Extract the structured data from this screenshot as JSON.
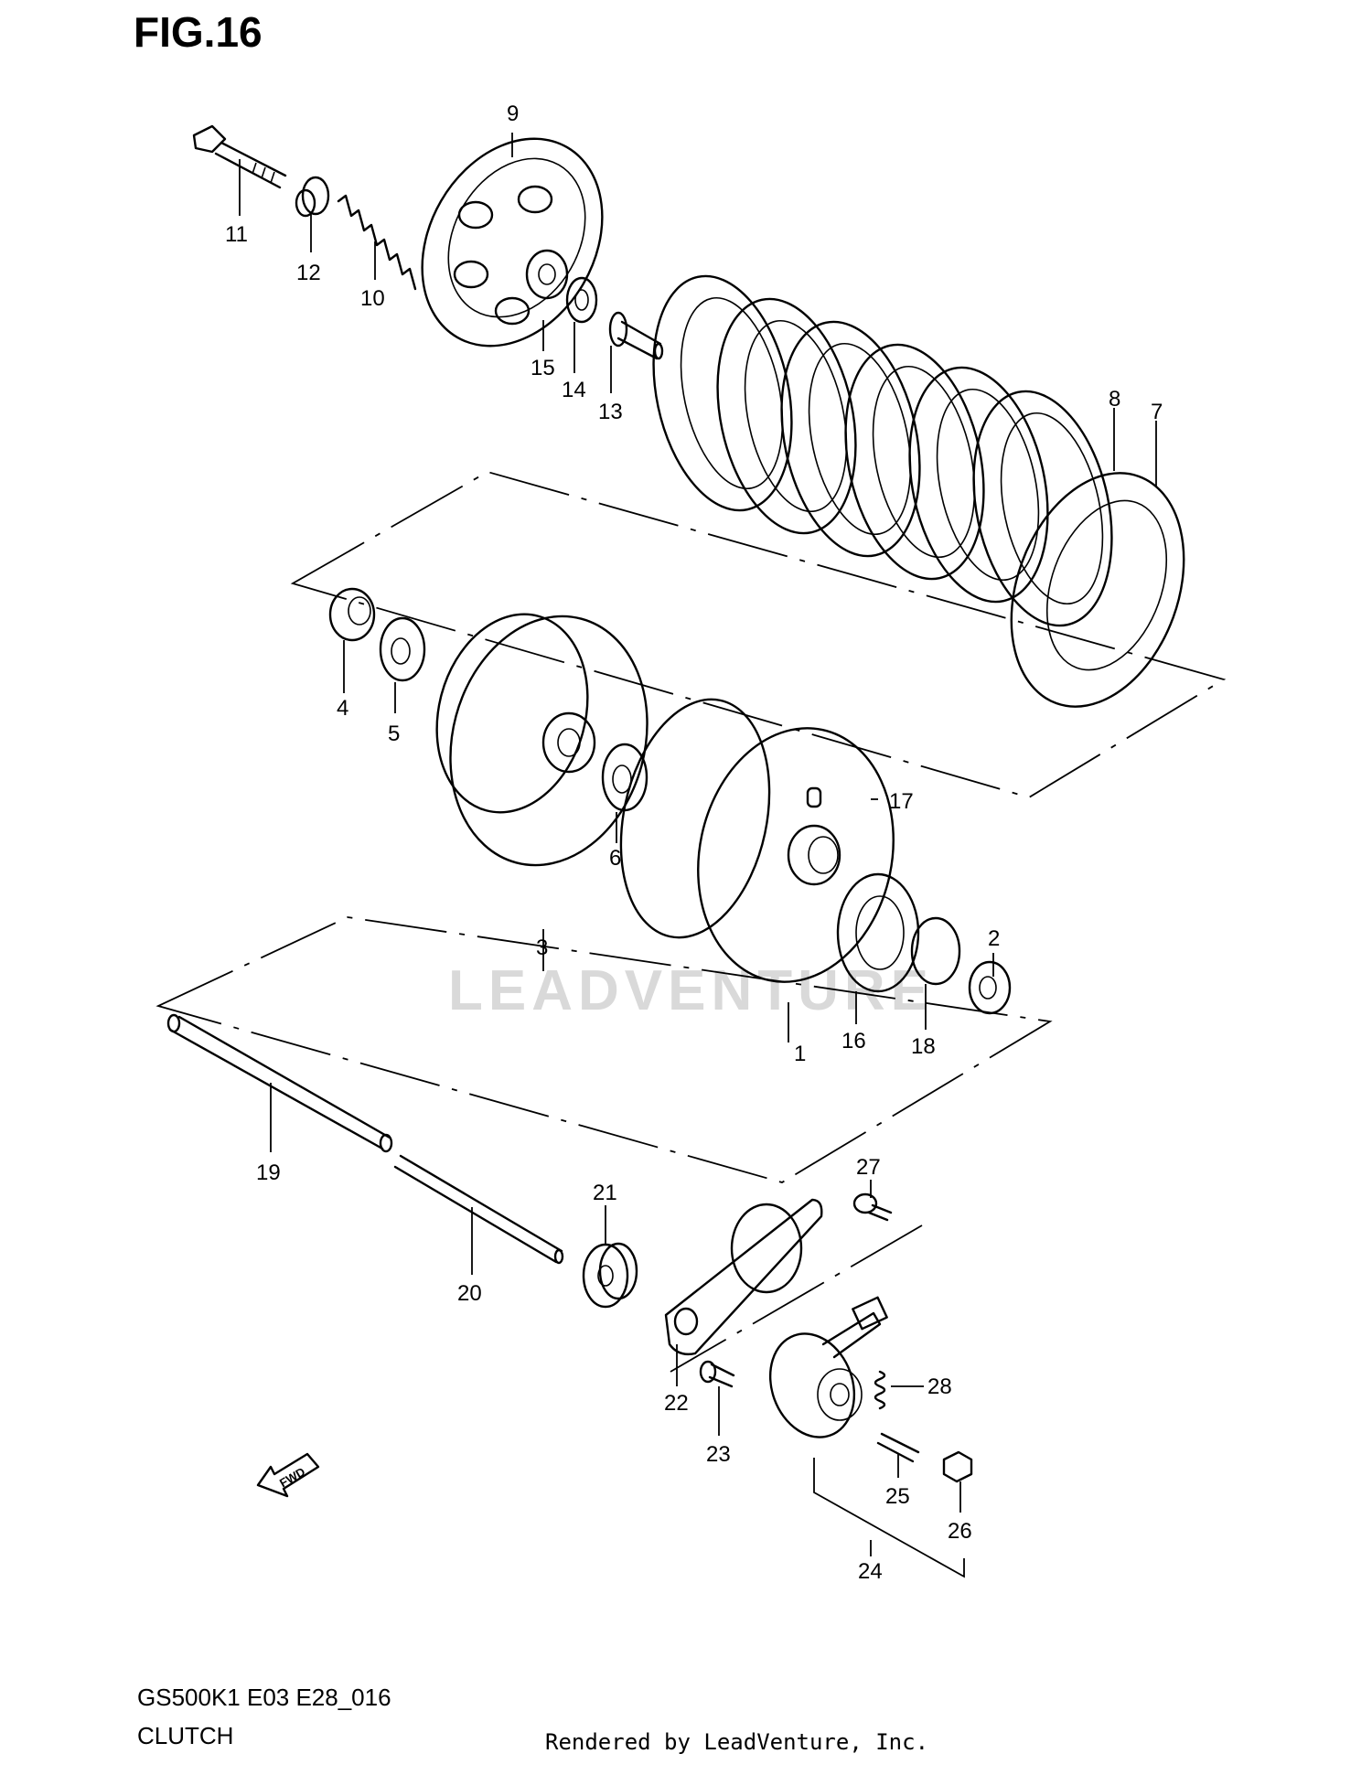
{
  "figure": {
    "title": "FIG.16"
  },
  "watermark": "LEADVENTURE",
  "fwd_arrow_label": "FWD",
  "callouts": [
    {
      "id": "1",
      "label": "1"
    },
    {
      "id": "2",
      "label": "2"
    },
    {
      "id": "3",
      "label": "3"
    },
    {
      "id": "4",
      "label": "4"
    },
    {
      "id": "5",
      "label": "5"
    },
    {
      "id": "6",
      "label": "6"
    },
    {
      "id": "7",
      "label": "7"
    },
    {
      "id": "8",
      "label": "8"
    },
    {
      "id": "9",
      "label": "9"
    },
    {
      "id": "10",
      "label": "10"
    },
    {
      "id": "11",
      "label": "11"
    },
    {
      "id": "12",
      "label": "12"
    },
    {
      "id": "13",
      "label": "13"
    },
    {
      "id": "14",
      "label": "14"
    },
    {
      "id": "15",
      "label": "15"
    },
    {
      "id": "16",
      "label": "16"
    },
    {
      "id": "17",
      "label": "17"
    },
    {
      "id": "18",
      "label": "18"
    },
    {
      "id": "19",
      "label": "19"
    },
    {
      "id": "20",
      "label": "20"
    },
    {
      "id": "21",
      "label": "21"
    },
    {
      "id": "22",
      "label": "22"
    },
    {
      "id": "23",
      "label": "23"
    },
    {
      "id": "24",
      "label": "24"
    },
    {
      "id": "25",
      "label": "25"
    },
    {
      "id": "26",
      "label": "26"
    },
    {
      "id": "27",
      "label": "27"
    },
    {
      "id": "28",
      "label": "28"
    }
  ],
  "footer": {
    "model_code": "GS500K1 E03 E28_016",
    "section_name": "CLUTCH",
    "rendered_by": "Rendered by LeadVenture, Inc."
  }
}
